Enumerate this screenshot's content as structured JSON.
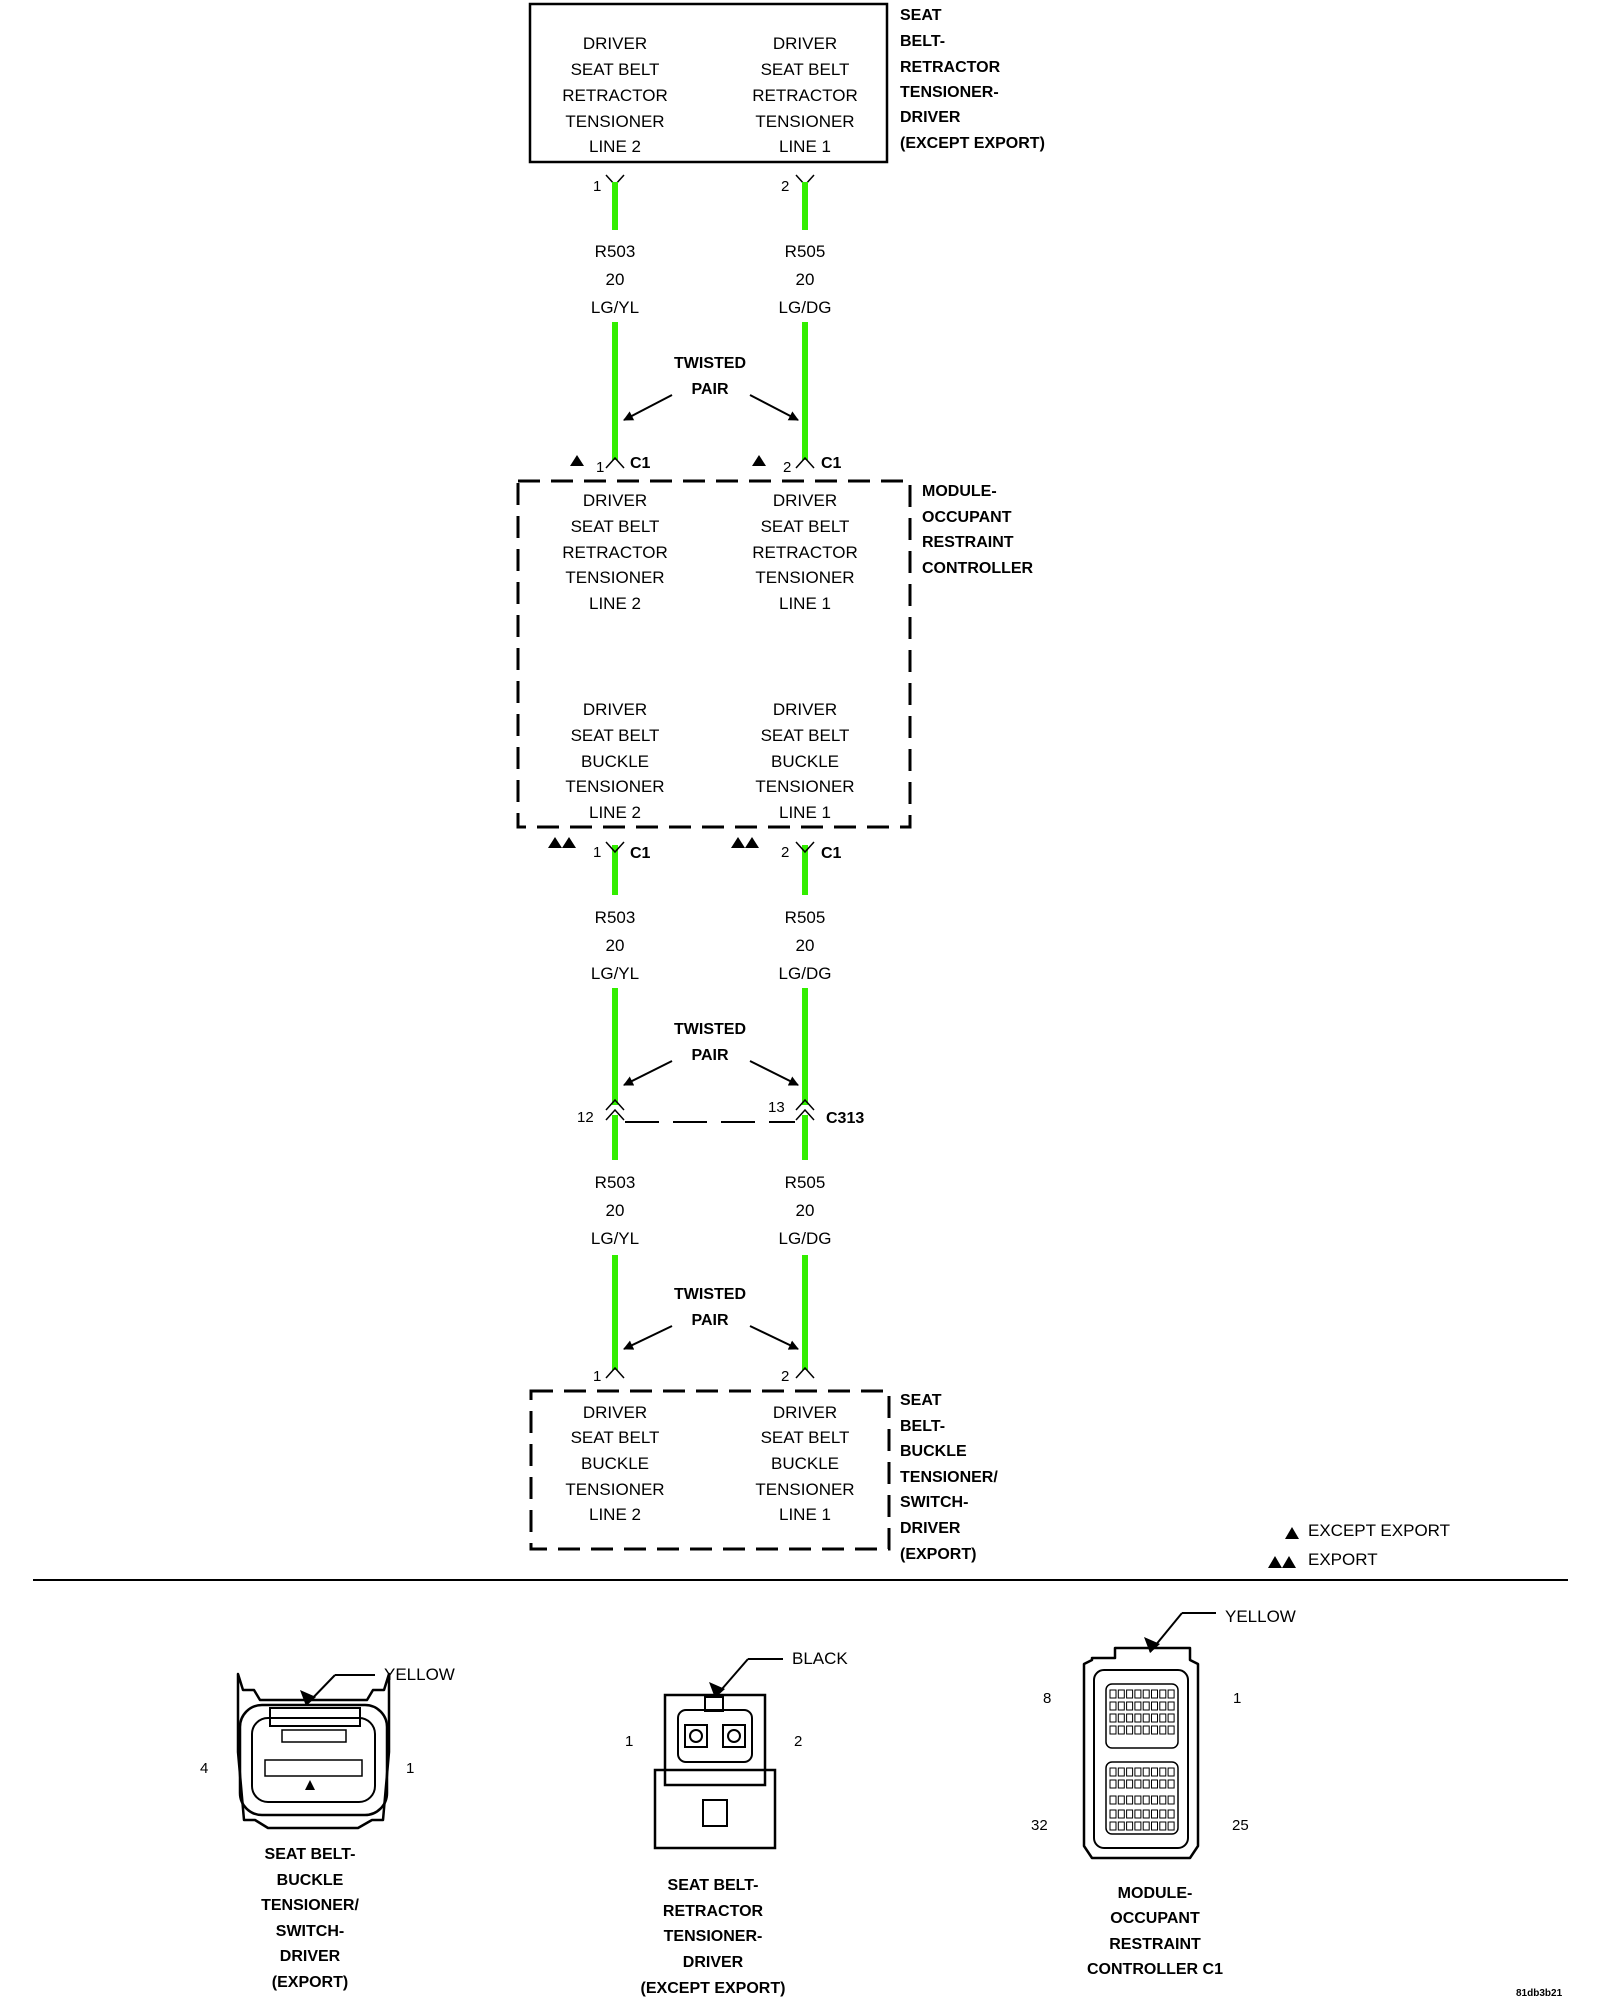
{
  "colors": {
    "wire": "#33ee00",
    "wire_core": "#1a9400",
    "line": "#000000"
  },
  "components": {
    "retractor": {
      "title": [
        "SEAT",
        "BELT-",
        "RETRACTOR",
        "TENSIONER-",
        "DRIVER",
        "(EXCEPT EXPORT)"
      ],
      "left_func": [
        "DRIVER",
        "SEAT BELT",
        "RETRACTOR",
        "TENSIONER",
        "LINE 2"
      ],
      "right_func": [
        "DRIVER",
        "SEAT BELT",
        "RETRACTOR",
        "TENSIONER",
        "LINE 1"
      ],
      "pin_left": "1",
      "pin_right": "2"
    },
    "orc": {
      "title": [
        "MODULE-",
        "OCCUPANT",
        "RESTRAINT",
        "CONTROLLER"
      ],
      "upper_left": [
        "DRIVER",
        "SEAT BELT",
        "RETRACTOR",
        "TENSIONER",
        "LINE 2"
      ],
      "upper_right": [
        "DRIVER",
        "SEAT BELT",
        "RETRACTOR",
        "TENSIONER",
        "LINE 1"
      ],
      "lower_left": [
        "DRIVER",
        "SEAT BELT",
        "BUCKLE",
        "TENSIONER",
        "LINE 2"
      ],
      "lower_right": [
        "DRIVER",
        "SEAT BELT",
        "BUCKLE",
        "TENSIONER",
        "LINE 1"
      ],
      "connector": "C1",
      "pin_left": "1",
      "pin_right": "2"
    },
    "buckle": {
      "title": [
        "SEAT",
        "BELT-",
        "BUCKLE",
        "TENSIONER/",
        "SWITCH-",
        "DRIVER",
        "(EXPORT)"
      ],
      "left_func": [
        "DRIVER",
        "SEAT BELT",
        "BUCKLE",
        "TENSIONER",
        "LINE 2"
      ],
      "right_func": [
        "DRIVER",
        "SEAT BELT",
        "BUCKLE",
        "TENSIONER",
        "LINE 1"
      ],
      "pin_left": "1",
      "pin_right": "2"
    }
  },
  "circuits": {
    "left": {
      "id": "R503",
      "gauge": "20",
      "color": "LG/YL"
    },
    "right": {
      "id": "R505",
      "gauge": "20",
      "color": "LG/DG"
    }
  },
  "twisted_pair_label": [
    "TWISTED",
    "PAIR"
  ],
  "inline_connector": {
    "name": "C313",
    "pin_left": "12",
    "pin_right": "13"
  },
  "legend": {
    "except_export": "EXCEPT EXPORT",
    "export": "EXPORT"
  },
  "connector_views": {
    "buckle": {
      "color": "YELLOW",
      "pin_left": "4",
      "pin_right": "1",
      "title": [
        "SEAT BELT-",
        "BUCKLE",
        "TENSIONER/",
        "SWITCH-",
        "DRIVER",
        "(EXPORT)"
      ]
    },
    "retractor": {
      "color": "BLACK",
      "pin_left": "1",
      "pin_right": "2",
      "title": [
        "SEAT BELT-",
        "RETRACTOR",
        "TENSIONER-",
        "DRIVER",
        "(EXCEPT EXPORT)"
      ]
    },
    "orc": {
      "color": "YELLOW",
      "pin_tl": "8",
      "pin_tr": "1",
      "pin_bl": "32",
      "pin_br": "25",
      "title": [
        "MODULE-",
        "OCCUPANT",
        "RESTRAINT",
        "CONTROLLER C1"
      ]
    }
  },
  "figure_id": "81db3b21"
}
